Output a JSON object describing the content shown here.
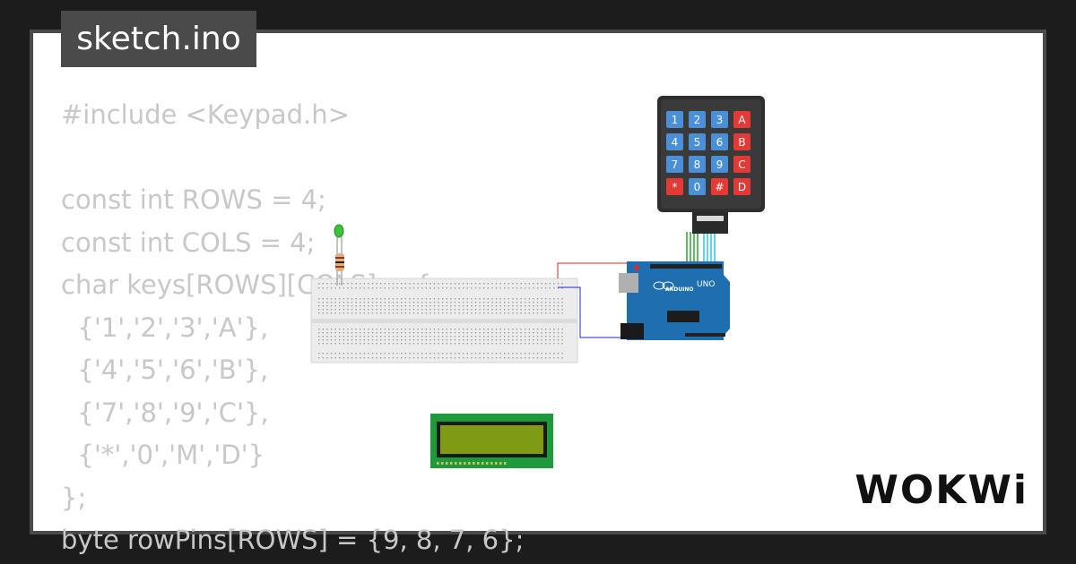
{
  "title": "sketch.ino",
  "code_lines": [
    "#include <Keypad.h>",
    "",
    "const int ROWS = 4;",
    "const int COLS = 4;",
    "char keys[ROWS][COLS] = {",
    "  {'1','2','3','A'},",
    "  {'4','5','6','B'},",
    "  {'7','8','9','C'},",
    "  {'*','0','M','D'}",
    "};",
    "byte rowPins[ROWS] = {9, 8, 7, 6};"
  ],
  "keypad_keys": [
    "1",
    "2",
    "3",
    "A",
    "4",
    "5",
    "6",
    "B",
    "7",
    "8",
    "9",
    "C",
    "*",
    "0",
    "#",
    "D"
  ],
  "arduino_label": "UNO",
  "arduino_brand": "ARDUINO",
  "logo": "WOKWi",
  "colors": {
    "frame": "#4a4a4a",
    "key_blue": "#4a90d9",
    "key_red": "#e53935",
    "arduino_blue": "#1f6fb0",
    "lcd_green": "#1e9a3c",
    "lcd_screen": "#7f9a14",
    "wire_red": "#e02020",
    "wire_blue": "#1a2ad0"
  }
}
